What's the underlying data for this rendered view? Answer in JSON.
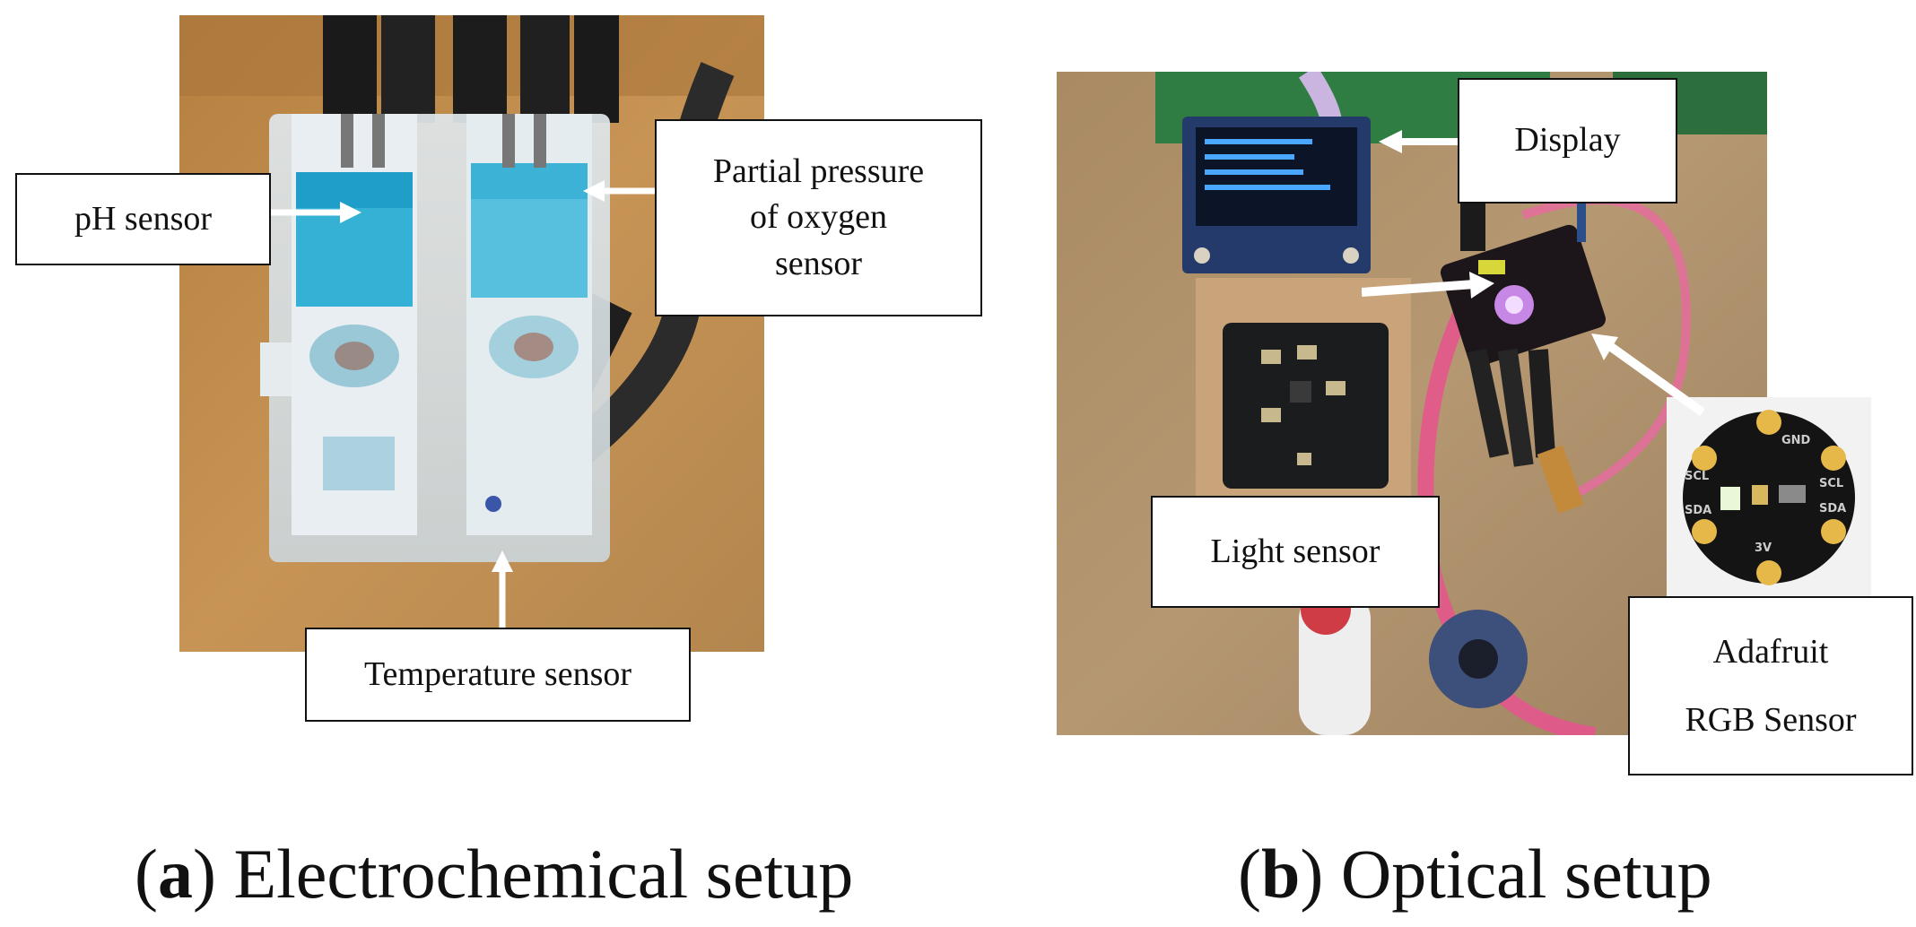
{
  "panel_a": {
    "caption_letter": "a",
    "caption_text": "Electrochemical setup",
    "labels": {
      "ph": "pH sensor",
      "po2_line1": "Partial pressure",
      "po2_line2": "of oxygen",
      "po2_line3": "sensor",
      "temperature": "Temperature sensor"
    }
  },
  "panel_b": {
    "caption_letter": "b",
    "caption_text": "Optical setup",
    "labels": {
      "display": "Display",
      "light": "Light sensor",
      "rgb_line1": "Adafruit",
      "rgb_line2": "RGB Sensor"
    },
    "rgb_board_text": [
      "GND",
      "SCL",
      "SDA",
      "SCL",
      "SDA",
      "3V"
    ]
  }
}
